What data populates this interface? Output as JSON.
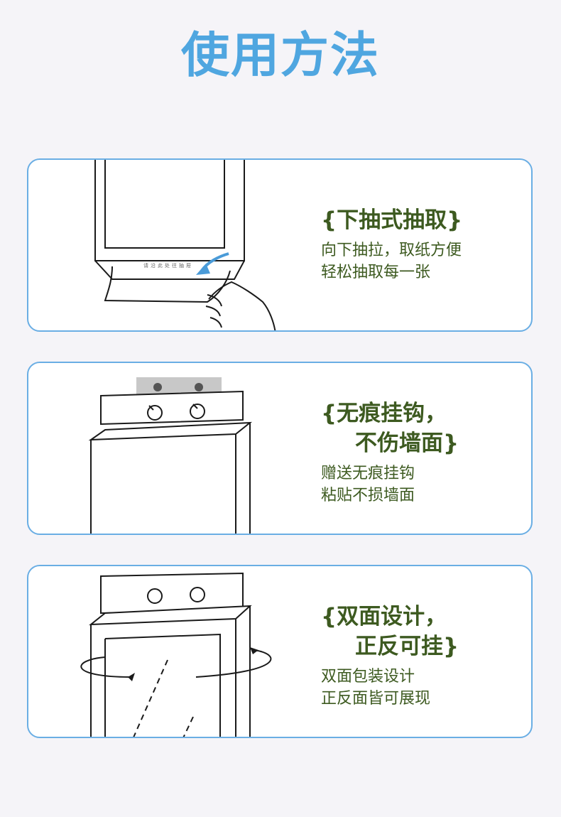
{
  "page": {
    "title": "使用方法"
  },
  "cards": [
    {
      "title_lines": [
        "{下抽式抽取}"
      ],
      "desc_lines": [
        "向下抽拉，取纸方便",
        "轻松抽取每一张"
      ],
      "slot_text": "请沿此处往抽屉"
    },
    {
      "title_lines": [
        "{无痕挂钩，",
        "不伤墙面}"
      ],
      "desc_lines": [
        "赠送无痕挂钩",
        "粘贴不损墙面"
      ]
    },
    {
      "title_lines": [
        "{双面设计，",
        "正反可挂}"
      ],
      "desc_lines": [
        "双面包装设计",
        "正反面皆可展现"
      ]
    }
  ],
  "colors": {
    "title": "#4fa6e0",
    "card_border": "#6aaee4",
    "text": "#3d5a20",
    "arrow": "#4a9bd8",
    "background": "#f5f4f8"
  }
}
